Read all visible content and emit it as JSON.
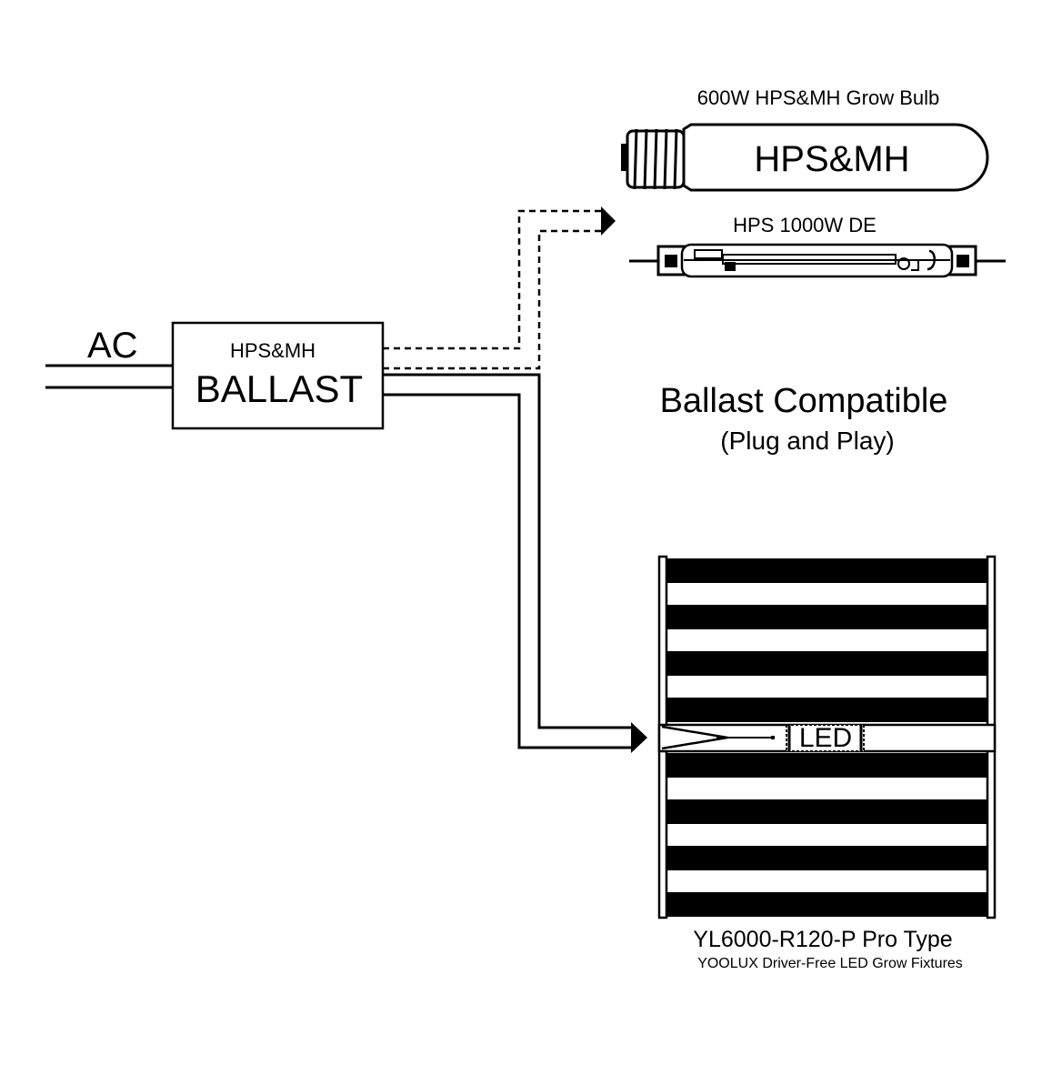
{
  "input": {
    "label": "AC"
  },
  "ballast": {
    "line1": "HPS&MH",
    "line2": "BALLAST"
  },
  "bulb_se": {
    "caption": "600W HPS&MH Grow Bulb",
    "label": "HPS&MH"
  },
  "bulb_de": {
    "caption": "HPS 1000W DE"
  },
  "compat": {
    "title": "Ballast Compatible",
    "subtitle": "(Plug and Play)"
  },
  "fixture": {
    "label": "LED",
    "model": "YL6000-R120-P Pro Type",
    "description": "YOOLUX Driver-Free LED Grow Fixtures"
  },
  "colors": {
    "ink": "#000000",
    "paper": "#ffffff"
  }
}
